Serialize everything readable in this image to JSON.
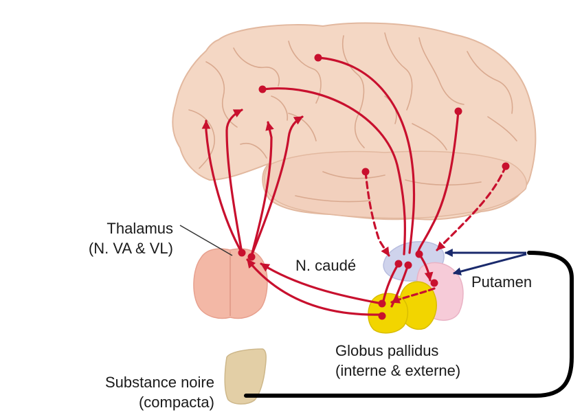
{
  "labels": {
    "thalamus": {
      "line1": "Thalamus",
      "line2": "(N. VA & VL)"
    },
    "caudate": "N. caudé",
    "putamen": "Putamen",
    "globus_pallidus": {
      "line1": "Globus pallidus",
      "line2": "(interne & externe)"
    },
    "substantia_nigra": {
      "line1": "Substance noire",
      "line2": "(compacta)"
    }
  },
  "colors": {
    "brain": "#f4d7c4",
    "brain_outline": "#e2b89f",
    "sulci": "#d9a98f",
    "thalamus": "#f3b8a6",
    "caudate": "#cfd3ec",
    "putamen": "#f6cbd8",
    "globus_pallidus": "#f2d500",
    "substantia_nigra": "#e3cfa6",
    "pathway": "#c8102e",
    "nigrostriatal": "#000000"
  }
}
